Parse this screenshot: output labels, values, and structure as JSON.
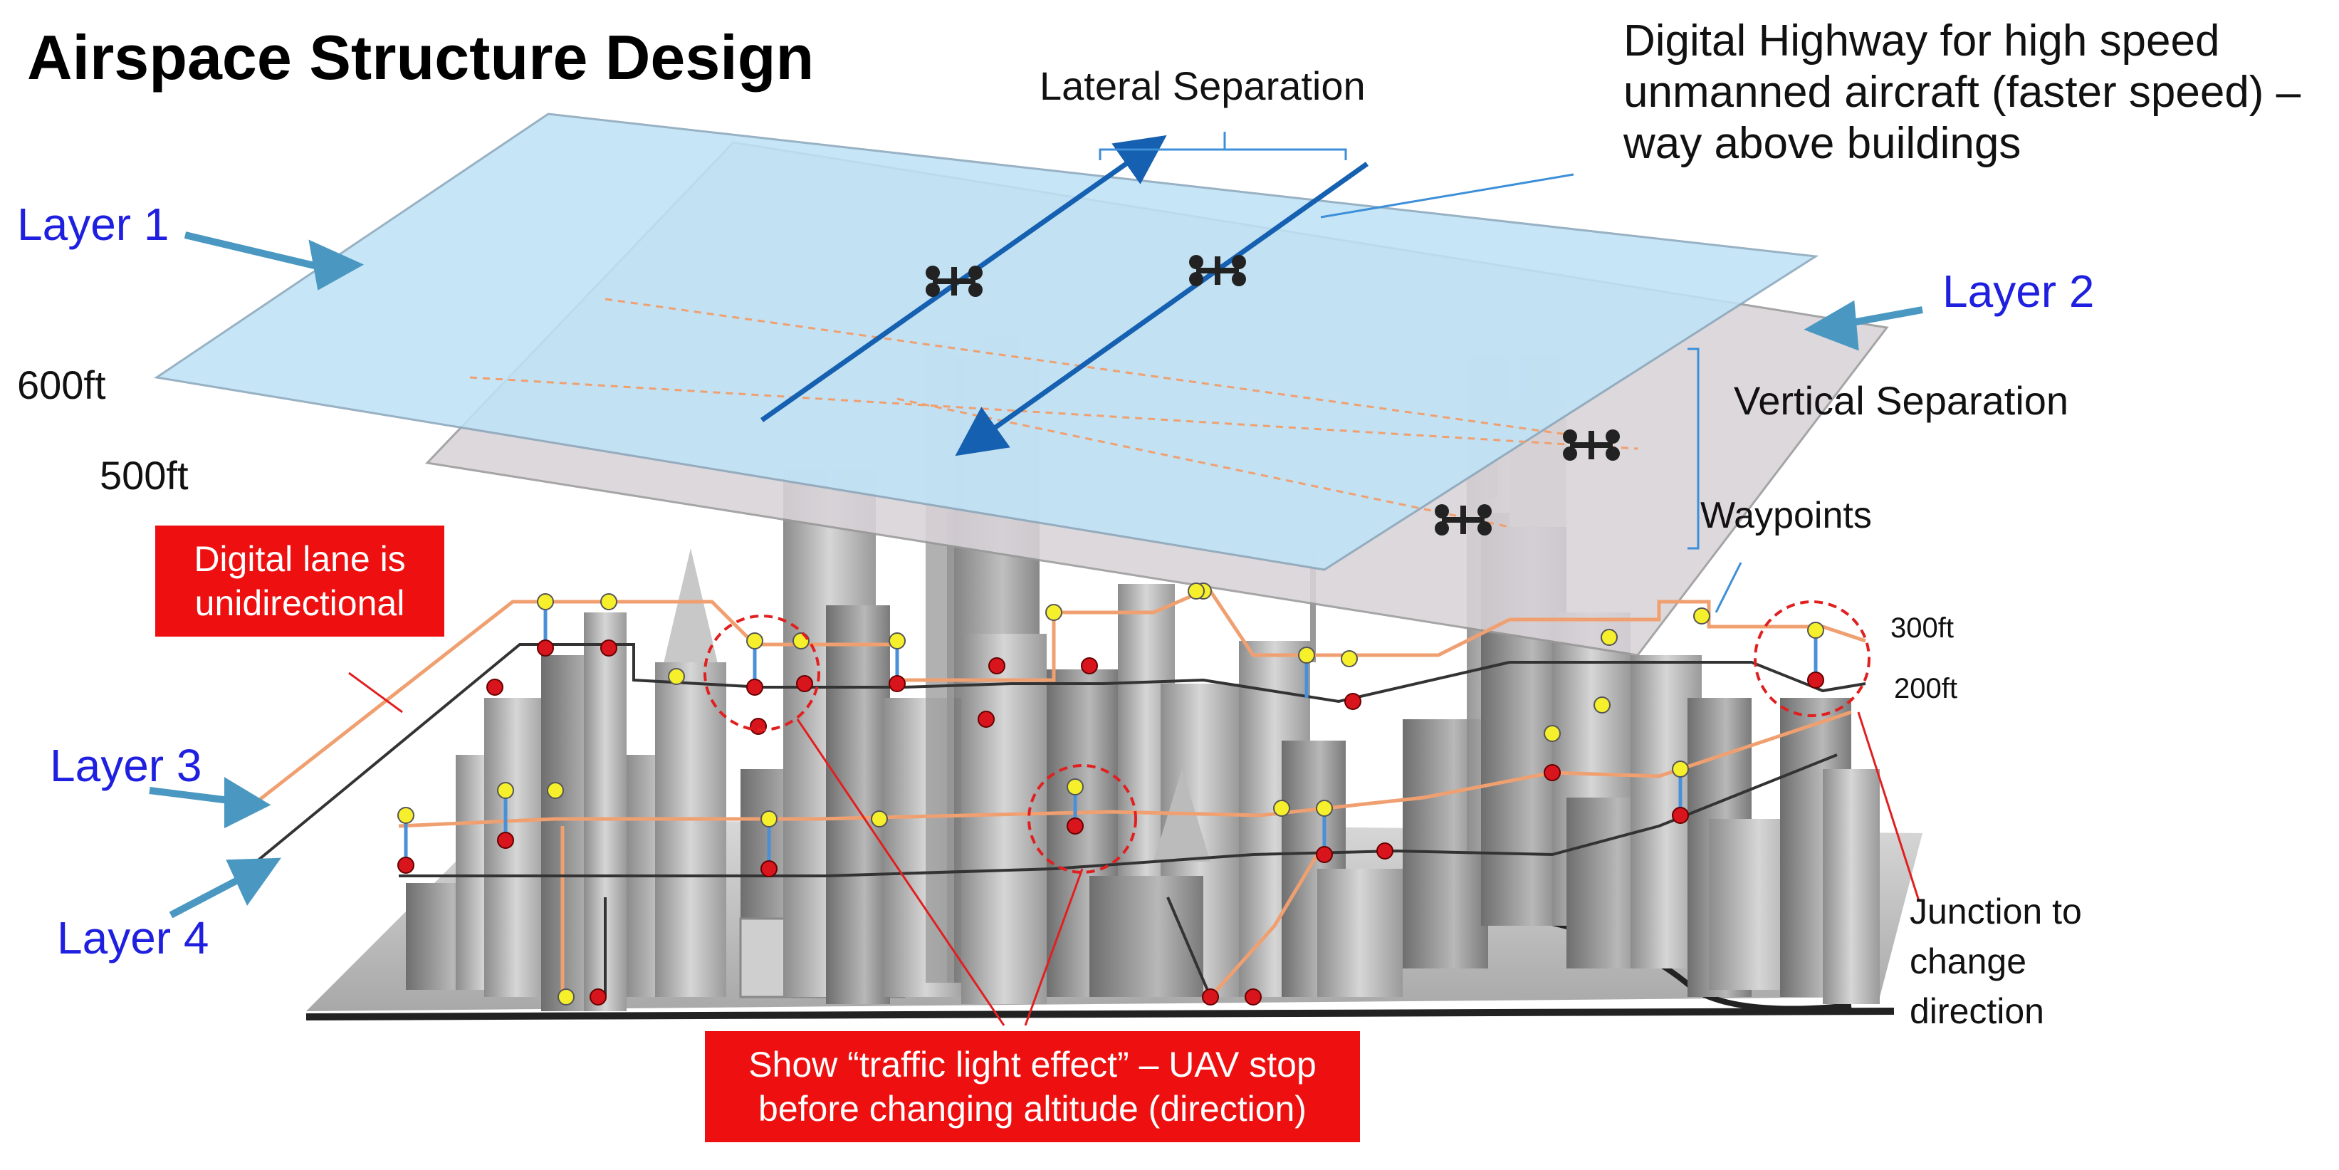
{
  "title": "Airspace Structure Design",
  "layers": {
    "layer1": "Layer 1",
    "layer2": "Layer 2",
    "layer3": "Layer 3",
    "layer4": "Layer 4"
  },
  "altitudes": {
    "a600": "600ft",
    "a500": "500ft",
    "a300": "300ft",
    "a200": "200ft"
  },
  "callouts": {
    "lateral": "Lateral Separation",
    "vertical": "Vertical Separation",
    "highway": "Digital Highway for high speed unmanned aircraft (faster speed) – way above buildings",
    "waypoints": "Waypoints",
    "junction": "Junction to change direction"
  },
  "red_boxes": {
    "lane": "Digital lane is unidirectional",
    "traffic": "Show “traffic light effect” – UAV stop before changing altitude (direction)"
  },
  "colors": {
    "layer1_plane": "#bfe3f7",
    "layer2_plane": "#d9d3d8",
    "arrow_blue": "#4a98c2",
    "label_blue": "#1f1fe0",
    "route_orange": "#f0a070",
    "route_dark": "#333333",
    "waypoint_yellow": "#f6ef2c",
    "waypoint_red": "#d8151c",
    "box_red": "#ee1010",
    "highway_blue": "#1560b0"
  }
}
